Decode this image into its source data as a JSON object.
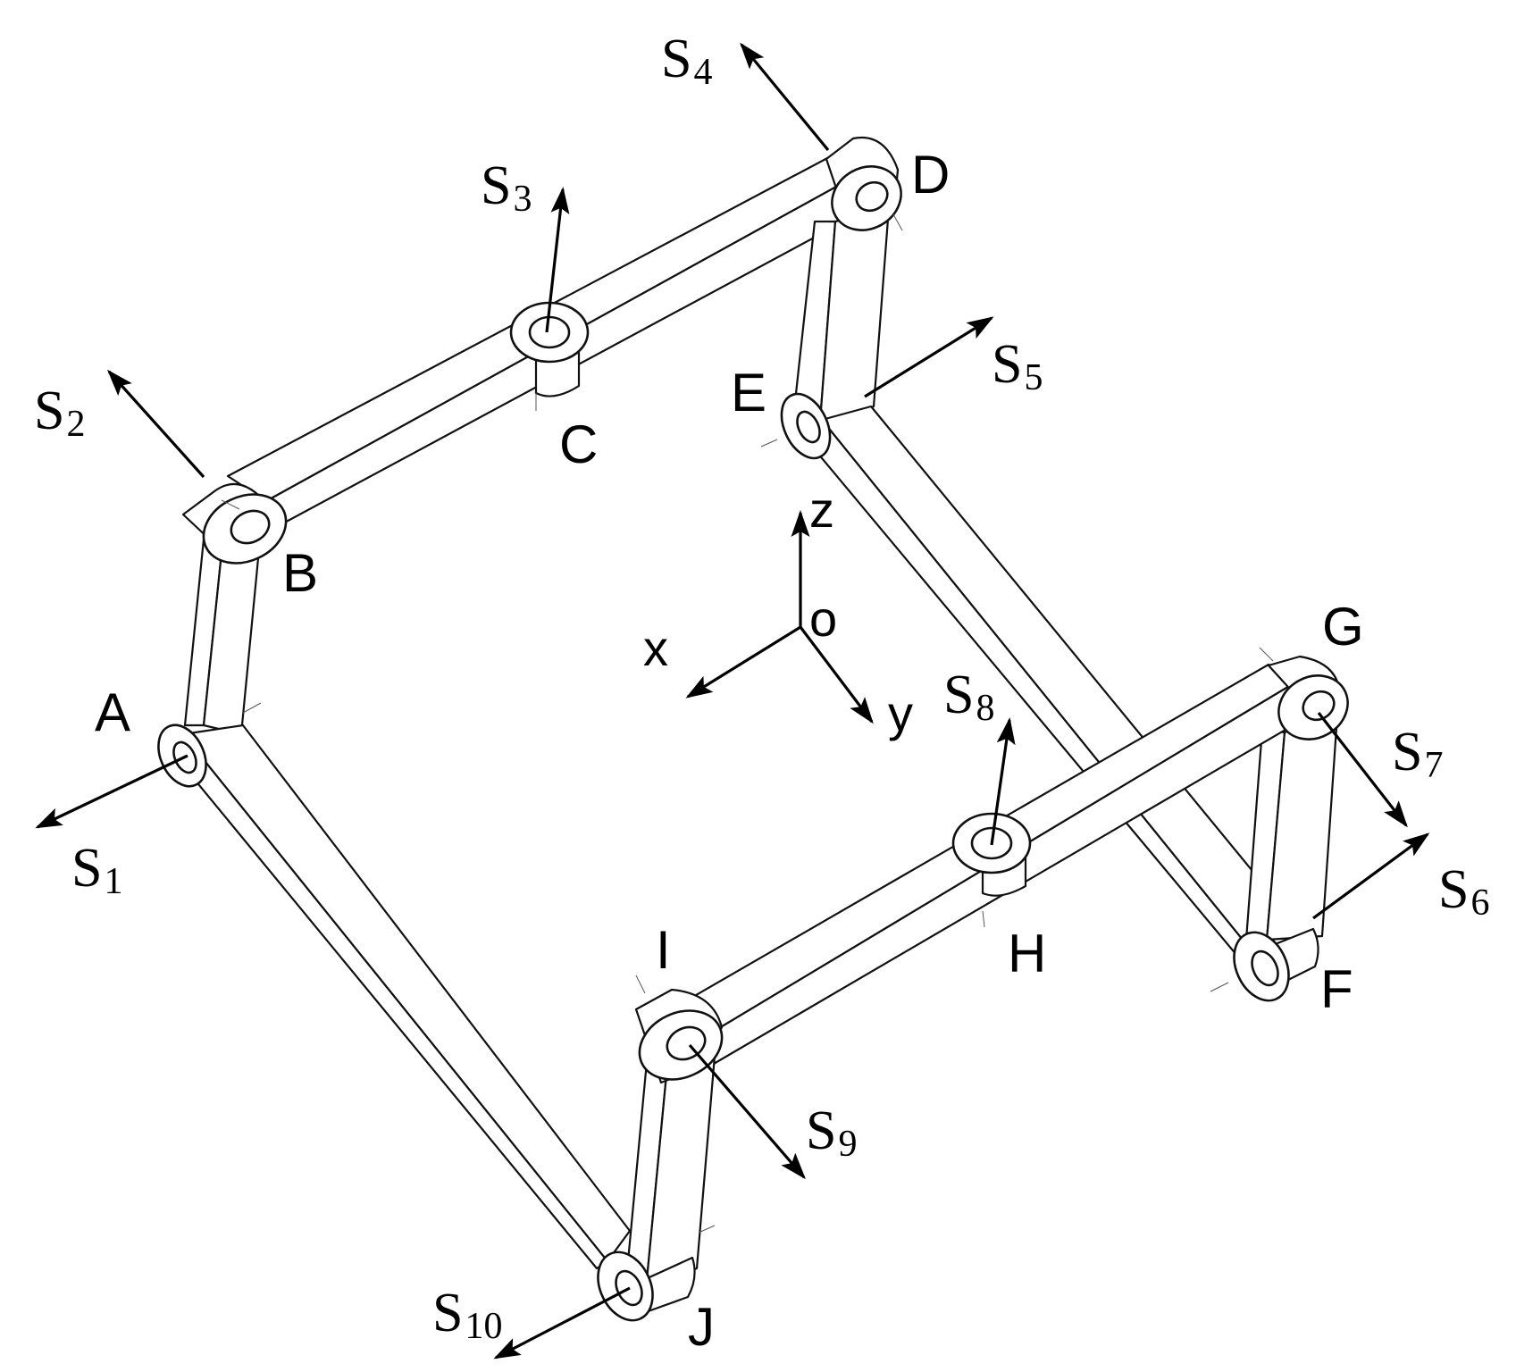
{
  "points": {
    "A": "A",
    "B": "B",
    "C": "C",
    "D": "D",
    "E": "E",
    "F": "F",
    "G": "G",
    "H": "H",
    "I": "I",
    "J": "J"
  },
  "screws": [
    {
      "main": "S",
      "sub": "1"
    },
    {
      "main": "S",
      "sub": "2"
    },
    {
      "main": "S",
      "sub": "3"
    },
    {
      "main": "S",
      "sub": "4"
    },
    {
      "main": "S",
      "sub": "5"
    },
    {
      "main": "S",
      "sub": "6"
    },
    {
      "main": "S",
      "sub": "7"
    },
    {
      "main": "S",
      "sub": "8"
    },
    {
      "main": "S",
      "sub": "9"
    },
    {
      "main": "S",
      "sub": "10"
    }
  ],
  "coordinate_frame": {
    "origin": "o",
    "x": "x",
    "y": "y",
    "z": "z"
  }
}
